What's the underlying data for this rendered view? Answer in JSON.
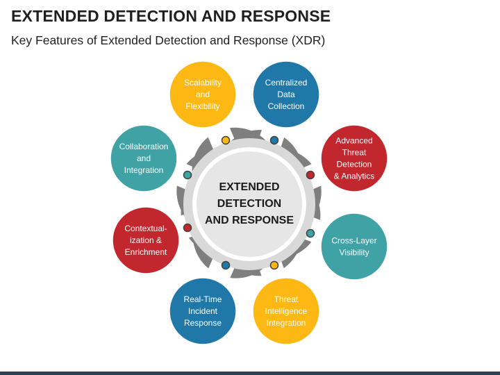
{
  "header": {
    "title": "EXTENDED DETECTION AND RESPONSE",
    "subtitle": "Key Features of Extended Detection and Response (XDR)"
  },
  "center": {
    "lines": [
      "EXTENDED",
      "DETECTION",
      "AND RESPONSE"
    ]
  },
  "colors": {
    "yellow": "#FDB813",
    "blue": "#1F78A8",
    "red": "#C1272D",
    "teal": "#3FA2A5",
    "petal_gray": "#7F7F7F",
    "ring_gray": "#D9D9D9",
    "center_fill": "#E6E6E6"
  },
  "features": [
    {
      "lines": [
        "Scalability",
        "and",
        "Flexibility"
      ],
      "color": "#FDB813"
    },
    {
      "lines": [
        "Centralized",
        "Data",
        "Collection"
      ],
      "color": "#1F78A8"
    },
    {
      "lines": [
        "Advanced",
        "Threat",
        "Detection",
        "& Analytics"
      ],
      "color": "#C1272D"
    },
    {
      "lines": [
        "Cross-Layer",
        "Visibility"
      ],
      "color": "#3FA2A5"
    },
    {
      "lines": [
        "Threat",
        "Intelligence",
        "Integration"
      ],
      "color": "#FDB813"
    },
    {
      "lines": [
        "Real-Time",
        "Incident",
        "Response"
      ],
      "color": "#1F78A8"
    },
    {
      "lines": [
        "Contextual-",
        "ization &",
        "Enrichment"
      ],
      "color": "#C1272D"
    },
    {
      "lines": [
        "Collaboration",
        "and",
        "Integration"
      ],
      "color": "#3FA2A5"
    }
  ]
}
